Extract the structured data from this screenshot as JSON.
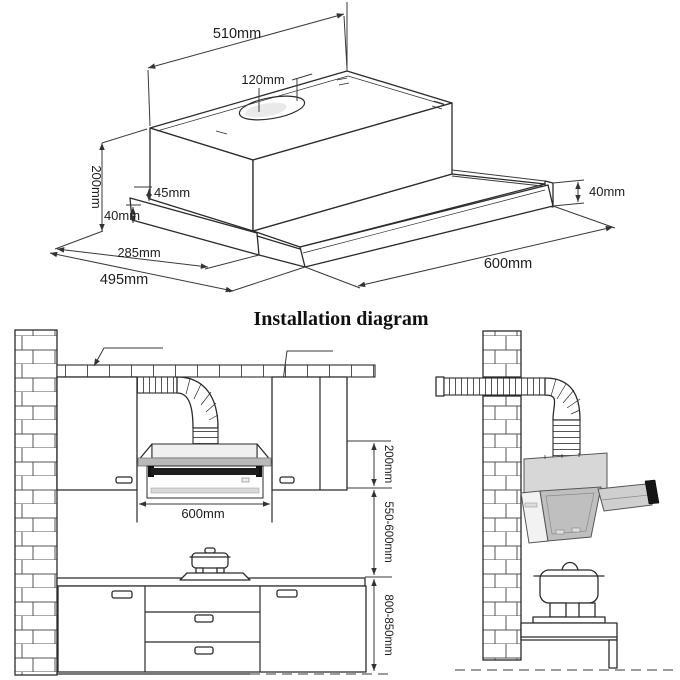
{
  "title": "Installation diagram",
  "product_view": {
    "dimensions": {
      "top_width": "510mm",
      "vent_diameter": "120mm",
      "height": "200mm",
      "front_inset": "45mm",
      "base_thickness_left": "40mm",
      "base_thickness_right": "40mm",
      "inner_depth": "285mm",
      "total_depth": "495mm",
      "total_width": "600mm"
    }
  },
  "installation_view": {
    "hood_width": "600mm",
    "cabinet_section_height": "200mm",
    "hood_to_countertop": "550-600mm",
    "countertop_to_floor": "800-850mm"
  },
  "colors": {
    "line": "#2b2b2b",
    "hood_dark_band": "#1e1e1e",
    "hood_grey": "#bfbfbf",
    "cover_grey": "#d7d7d7"
  }
}
